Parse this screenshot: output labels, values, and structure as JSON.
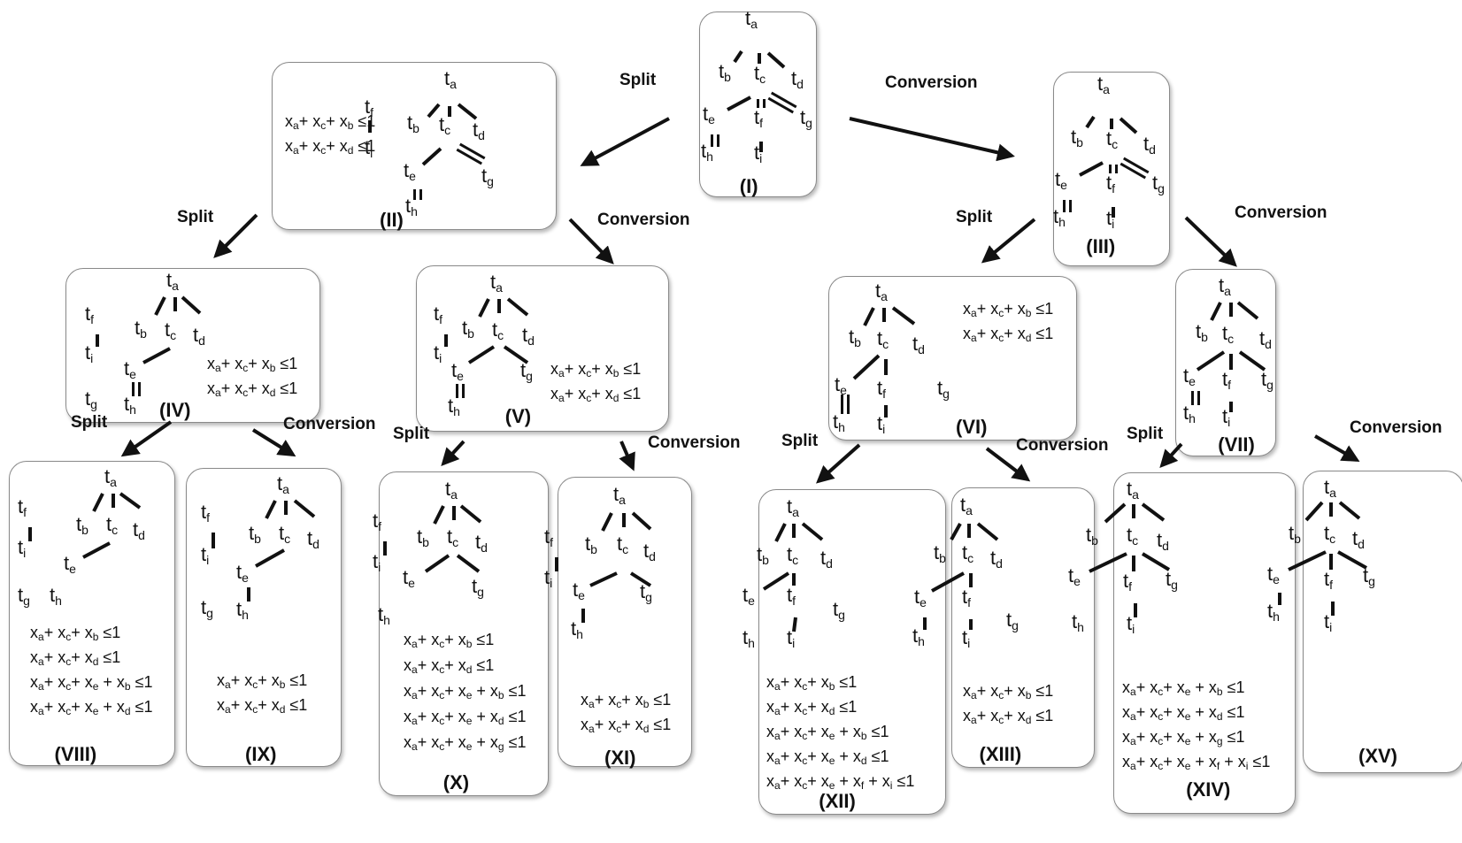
{
  "edge_labels": {
    "split": "Split",
    "conversion": "Conversion"
  },
  "nodes": [
    {
      "id": "I",
      "label": "(I)",
      "constraints": []
    },
    {
      "id": "II",
      "label": "(II)",
      "constraints": [
        "a,c,b",
        "a,c,d"
      ]
    },
    {
      "id": "III",
      "label": "(III)",
      "constraints": []
    },
    {
      "id": "IV",
      "label": "(IV)",
      "constraints": [
        "a,c,b",
        "a,c,d"
      ]
    },
    {
      "id": "V",
      "label": "(V)",
      "constraints": [
        "a,c,b",
        "a,c,d"
      ]
    },
    {
      "id": "VI",
      "label": "(VI)",
      "constraints": [
        "a,c,b",
        "a,c,d"
      ]
    },
    {
      "id": "VII",
      "label": "(VII)",
      "constraints": []
    },
    {
      "id": "VIII",
      "label": "(VIII)",
      "constraints": [
        "a,c,b",
        "a,c,d",
        "a,c,e,b",
        "a,c,e,d"
      ]
    },
    {
      "id": "IX",
      "label": "(IX)",
      "constraints": [
        "a,c,b",
        "a,c,d"
      ]
    },
    {
      "id": "X",
      "label": "(X)",
      "constraints": [
        "a,c,b",
        "a,c,d",
        "a,c,e,b",
        "a,c,e,d",
        "a,c,e,g"
      ]
    },
    {
      "id": "XI",
      "label": "(XI)",
      "constraints": [
        "a,c,b",
        "a,c,d"
      ]
    },
    {
      "id": "XII",
      "label": "(XII)",
      "constraints": [
        "a,c,b",
        "a,c,d",
        "a,c,e,b",
        "a,c,e,d",
        "a,c,e,f,i"
      ]
    },
    {
      "id": "XIII",
      "label": "(XIII)",
      "constraints": [
        "a,c,b",
        "a,c,d"
      ]
    },
    {
      "id": "XIV",
      "label": "(XIV)",
      "constraints": [
        "a,c,e,b",
        "a,c,e,d",
        "a,c,e,g",
        "a,c,e,f,i"
      ]
    },
    {
      "id": "XV",
      "label": "(XV)",
      "constraints": []
    }
  ],
  "edges": [
    {
      "from": "I",
      "to": "II",
      "type": "split"
    },
    {
      "from": "I",
      "to": "III",
      "type": "conversion"
    },
    {
      "from": "II",
      "to": "IV",
      "type": "split"
    },
    {
      "from": "II",
      "to": "V",
      "type": "conversion"
    },
    {
      "from": "III",
      "to": "VI",
      "type": "split"
    },
    {
      "from": "III",
      "to": "VII",
      "type": "conversion"
    },
    {
      "from": "IV",
      "to": "VIII",
      "type": "split"
    },
    {
      "from": "IV",
      "to": "IX",
      "type": "conversion"
    },
    {
      "from": "V",
      "to": "X",
      "type": "split"
    },
    {
      "from": "V",
      "to": "XI",
      "type": "conversion"
    },
    {
      "from": "VI",
      "to": "XII",
      "type": "split"
    },
    {
      "from": "VI",
      "to": "XIII",
      "type": "conversion"
    },
    {
      "from": "VII",
      "to": "XIV",
      "type": "split"
    },
    {
      "from": "VII",
      "to": "XV",
      "type": "conversion"
    }
  ],
  "relation_ineq": "≤1"
}
